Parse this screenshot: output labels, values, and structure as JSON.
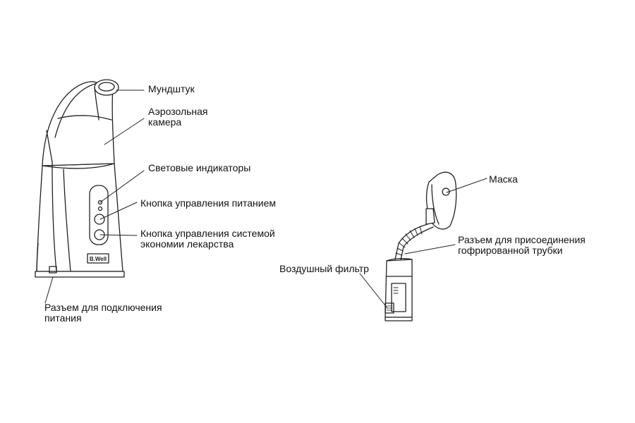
{
  "device": {
    "brand": "B.Well"
  },
  "labels": {
    "mouthpiece": "Мундштук",
    "aerosol_chamber": [
      "Аэрозольная",
      "камера"
    ],
    "light_indicators": "Световые индикаторы",
    "power_button": "Кнопка управления питанием",
    "saving_button": [
      "Кнопка управления системой",
      "экономии лекарства"
    ],
    "power_jack": [
      "Разъем для подключения",
      "питания"
    ],
    "mask": "Маска",
    "tube_connector": [
      "Разъем для присоединения",
      "гофрированной трубки"
    ],
    "air_filter": "Воздушный фильтр"
  }
}
